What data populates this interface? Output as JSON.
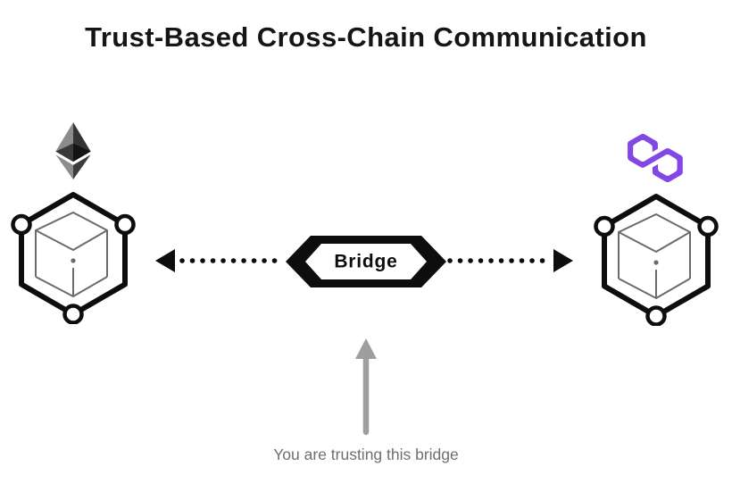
{
  "title": "Trust-Based Cross-Chain Communication",
  "bridge": {
    "label": "Bridge"
  },
  "caption": "You are trusting this bridge",
  "icons": {
    "left_chain": "ethereum-logo",
    "right_chain": "polygon-logo",
    "left_node": "blockchain-node-hexagon-cube",
    "right_node": "blockchain-node-hexagon-cube",
    "left_connector": "dotted-arrow-pointing-left",
    "right_connector": "dotted-arrow-pointing-right",
    "pointer": "gray-up-arrow"
  },
  "colors": {
    "polygon_purple": "#8247E5",
    "ethereum_gray_light": "#8C8C8C",
    "ethereum_gray_dark": "#343434",
    "ethereum_gray_mid": "#3C3C3B",
    "ethereum_gray_deep": "#141414",
    "ethereum_gray_face": "#393939",
    "diagram_black": "#0d0d0d",
    "cube_gray": "#6b6b6b",
    "pointer_gray": "#9e9e9e",
    "caption_gray": "#6f6f6f"
  }
}
